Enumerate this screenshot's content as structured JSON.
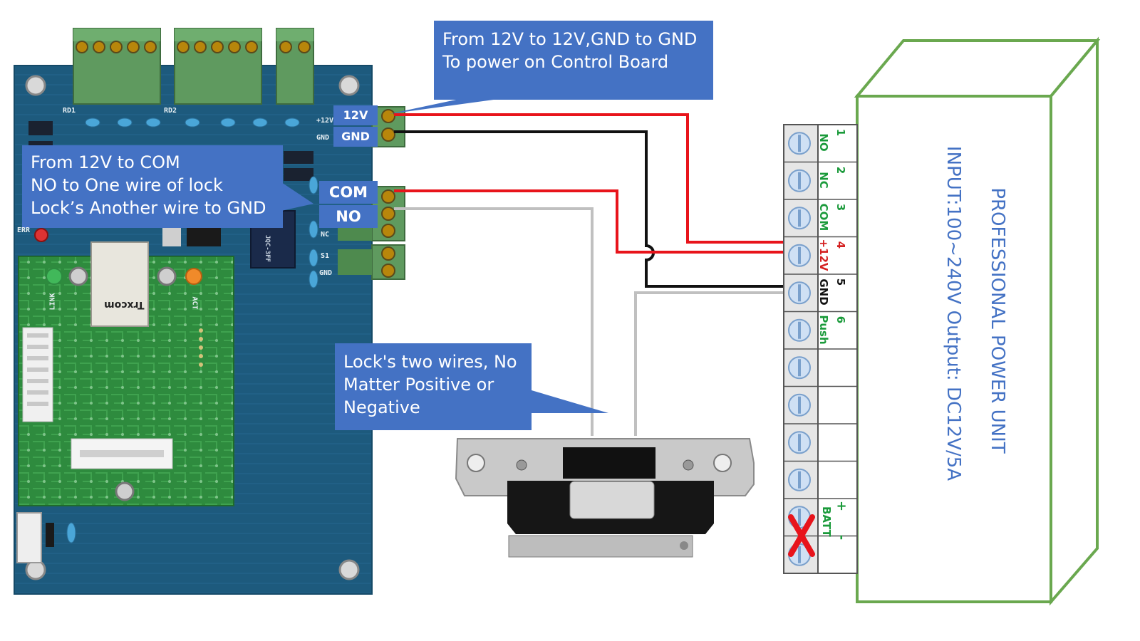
{
  "callouts": {
    "top": {
      "line1": "From 12V to 12V,GND to GND",
      "line2": "To power on Control Board"
    },
    "left": {
      "line1": "From 12V to COM",
      "line2": "NO to One wire of lock",
      "line3": "Lock’s Another wire to GND"
    },
    "lock": {
      "line1": "Lock's two wires, No",
      "line2": "Matter Positive or",
      "line3": "Negative"
    }
  },
  "board_tags": {
    "v12": "12V",
    "gnd": "GND",
    "com": "COM",
    "no": "NO"
  },
  "power_unit": {
    "title": "PROFESSIONAL POWER UNIT",
    "spec": "INPUT:100~240V  Output: DC12V/5A",
    "terminals": [
      {
        "num": "1",
        "label": "NO",
        "color": "#1a9a3a"
      },
      {
        "num": "2",
        "label": "NC",
        "color": "#1a9a3a"
      },
      {
        "num": "3",
        "label": "COM",
        "color": "#1a9a3a"
      },
      {
        "num": "4",
        "label": "+12V",
        "color": "#d42020"
      },
      {
        "num": "5",
        "label": "GND",
        "color": "#111111"
      },
      {
        "num": "6",
        "label": "Push",
        "color": "#1a9a3a"
      }
    ],
    "batt": {
      "label": "BATT",
      "plus": "+",
      "minus": "-"
    }
  },
  "board_markings": {
    "rd1": "RD1",
    "rd2": "RD2",
    "plus12": "+12V",
    "gnd": "GND",
    "nc": "NC",
    "s1": "S1",
    "gnd2": "GND",
    "err": "ERR",
    "link": "LINK",
    "act": "ACT",
    "relay": "JQC-3FF",
    "transformer": "Trxcom"
  },
  "colors": {
    "wire_red": "#e8141b",
    "wire_black": "#111111",
    "wire_grey": "#c0c0c0",
    "psu_frame": "#6aa84f",
    "callout": "#4472c4",
    "pcb": "#1d5a7d",
    "module": "#2e8b3e",
    "connector": "#5f9a5f"
  }
}
